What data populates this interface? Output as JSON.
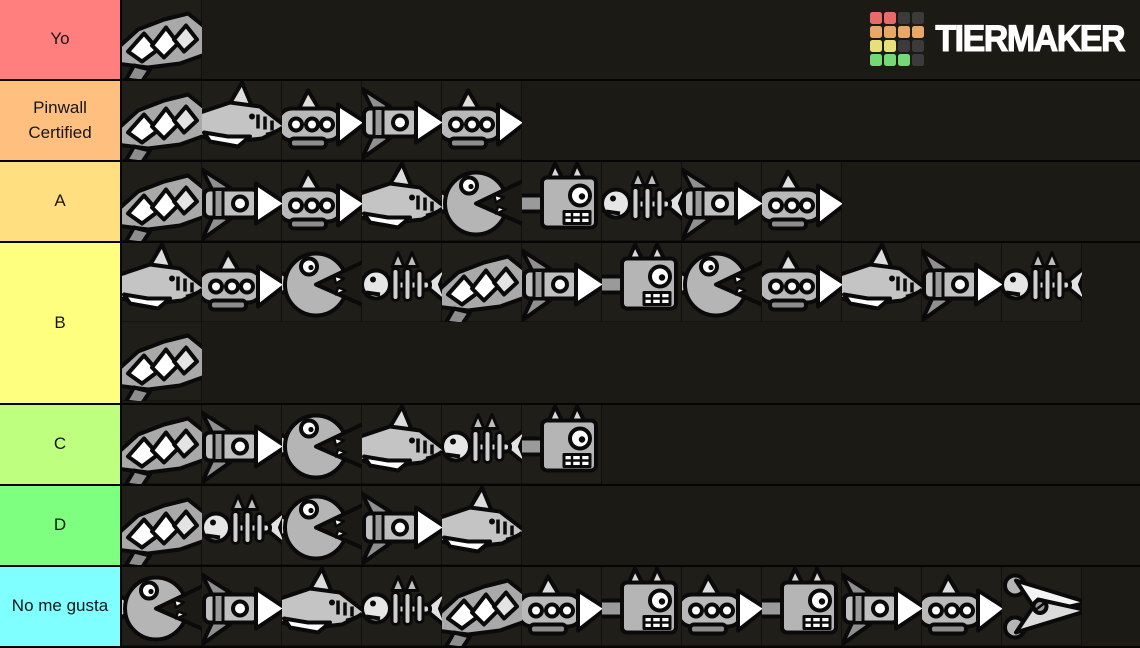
{
  "page": {
    "row_background": "#1b1a15",
    "divider_color": "#050505",
    "label_text_color": "#161616"
  },
  "logo": {
    "wordmark": "TIERMAKER",
    "grid": [
      [
        "#e96a6a",
        "#e96a6a",
        "#3b3b3b",
        "#3b3b3b"
      ],
      [
        "#e8a766",
        "#e8a766",
        "#e8a766",
        "#e8a766"
      ],
      [
        "#e7e07a",
        "#e7e07a",
        "#3b3b3b",
        "#3b3b3b"
      ],
      [
        "#74d974",
        "#74d974",
        "#74d974",
        "#3b3b3b"
      ]
    ]
  },
  "tiers": [
    {
      "label": "Yo",
      "color": "#ff7f7f",
      "double": false,
      "tiles": [
        {
          "name": "gd-ship-icon",
          "variant": 1
        }
      ]
    },
    {
      "label": "Pinwall Certified",
      "color": "#ffbf7f",
      "double": false,
      "tiles": [
        {
          "name": "gd-ship-icon",
          "variant": 1
        },
        {
          "name": "gd-ship-icon",
          "variant": 5
        },
        {
          "name": "gd-ship-icon",
          "variant": 2
        },
        {
          "name": "gd-ship-icon",
          "variant": 6
        },
        {
          "name": "gd-ship-icon",
          "variant": 2
        }
      ]
    },
    {
      "label": "A",
      "color": "#ffdf7f",
      "double": false,
      "tiles": [
        {
          "name": "gd-ship-icon",
          "variant": 1
        },
        {
          "name": "gd-ship-icon",
          "variant": 6
        },
        {
          "name": "gd-ship-icon",
          "variant": 2
        },
        {
          "name": "gd-ship-icon",
          "variant": 5
        },
        {
          "name": "gd-ship-icon",
          "variant": 3
        },
        {
          "name": "gd-ship-icon",
          "variant": 7
        },
        {
          "name": "gd-ship-icon",
          "variant": 4
        },
        {
          "name": "gd-ship-icon",
          "variant": 6
        },
        {
          "name": "gd-ship-icon",
          "variant": 2
        }
      ]
    },
    {
      "label": "B",
      "color": "#ffff7f",
      "double": true,
      "tiles": [
        {
          "name": "gd-ship-icon",
          "variant": 5
        },
        {
          "name": "gd-ship-icon",
          "variant": 2
        },
        {
          "name": "gd-ship-icon",
          "variant": 3
        },
        {
          "name": "gd-ship-icon",
          "variant": 4
        },
        {
          "name": "gd-ship-icon",
          "variant": 1
        },
        {
          "name": "gd-ship-icon",
          "variant": 6
        },
        {
          "name": "gd-ship-icon",
          "variant": 7
        },
        {
          "name": "gd-ship-icon",
          "variant": 3
        },
        {
          "name": "gd-ship-icon",
          "variant": 2
        },
        {
          "name": "gd-ship-icon",
          "variant": 5
        },
        {
          "name": "gd-ship-icon",
          "variant": 6
        },
        {
          "name": "gd-ship-icon",
          "variant": 4
        },
        {
          "name": "gd-ship-icon",
          "variant": 1
        }
      ]
    },
    {
      "label": "C",
      "color": "#bfff7f",
      "double": false,
      "tiles": [
        {
          "name": "gd-ship-icon",
          "variant": 1
        },
        {
          "name": "gd-ship-icon",
          "variant": 6
        },
        {
          "name": "gd-ship-icon",
          "variant": 3
        },
        {
          "name": "gd-ship-icon",
          "variant": 5
        },
        {
          "name": "gd-ship-icon",
          "variant": 4
        },
        {
          "name": "gd-ship-icon",
          "variant": 7
        }
      ]
    },
    {
      "label": "D",
      "color": "#7fff7f",
      "double": false,
      "tiles": [
        {
          "name": "gd-ship-icon",
          "variant": 1
        },
        {
          "name": "gd-ship-icon",
          "variant": 4
        },
        {
          "name": "gd-ship-icon",
          "variant": 3
        },
        {
          "name": "gd-ship-icon",
          "variant": 6
        },
        {
          "name": "gd-ship-icon",
          "variant": 5
        }
      ]
    },
    {
      "label": "No me gusta",
      "color": "#7fffff",
      "double": false,
      "tiles": [
        {
          "name": "gd-ship-icon",
          "variant": 3
        },
        {
          "name": "gd-ship-icon",
          "variant": 6
        },
        {
          "name": "gd-ship-icon",
          "variant": 5
        },
        {
          "name": "gd-ship-icon",
          "variant": 4
        },
        {
          "name": "gd-ship-icon",
          "variant": 1
        },
        {
          "name": "gd-ship-icon",
          "variant": 2
        },
        {
          "name": "gd-ship-icon",
          "variant": 7
        },
        {
          "name": "gd-ship-icon",
          "variant": 2
        },
        {
          "name": "gd-ship-icon",
          "variant": 7
        },
        {
          "name": "gd-ship-icon",
          "variant": 6
        },
        {
          "name": "gd-ship-icon",
          "variant": 2
        },
        {
          "name": "gd-ship-icon",
          "variant": 8
        }
      ]
    }
  ]
}
